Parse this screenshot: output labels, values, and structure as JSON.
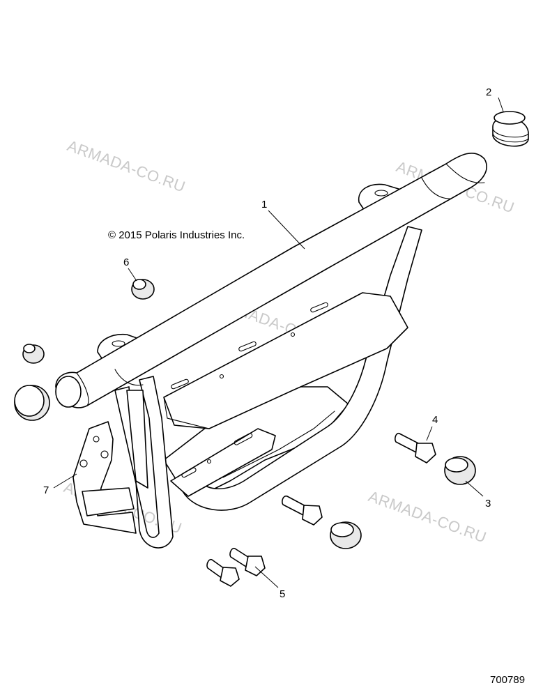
{
  "copyright": "© 2015 Polaris Industries Inc.",
  "drawing_number": "700789",
  "watermark_text": "ARMADA-CO.RU",
  "callouts": [
    "1",
    "2",
    "3",
    "4",
    "5",
    "6",
    "7"
  ],
  "colors": {
    "line": "#000000",
    "background": "#ffffff",
    "watermark": "#c9c9c9"
  }
}
